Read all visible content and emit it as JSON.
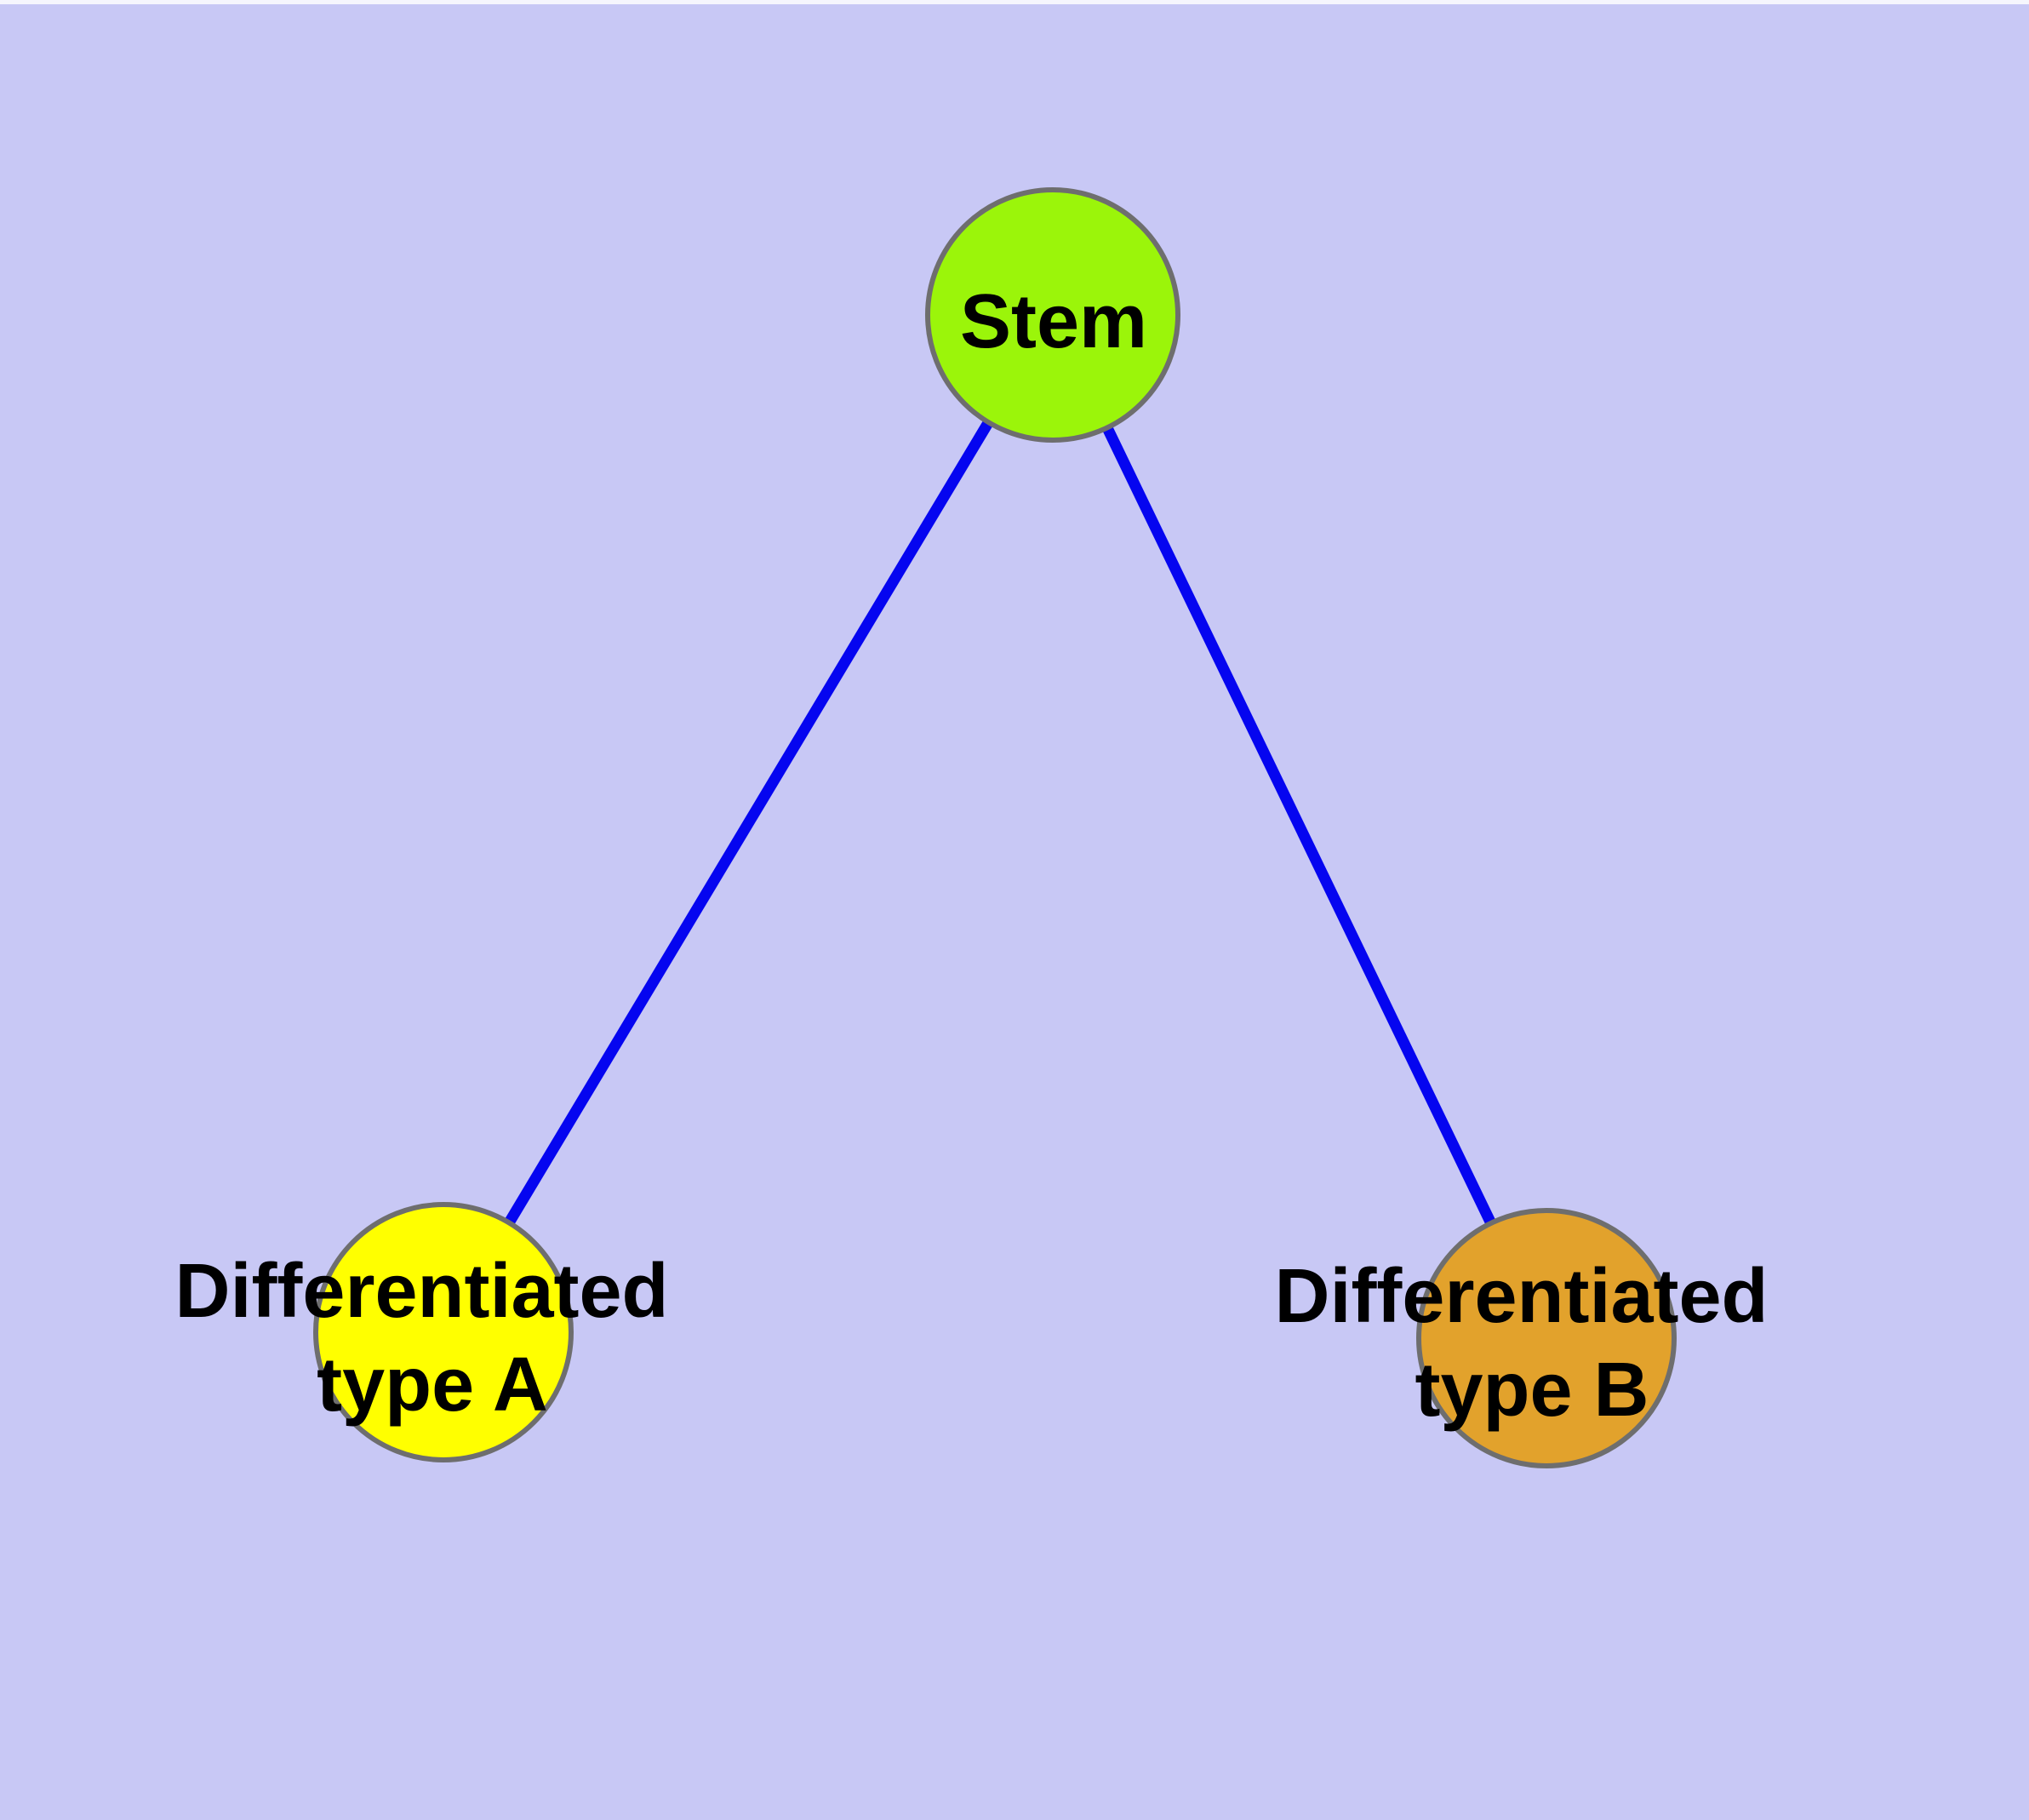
{
  "colors": {
    "background": "#C8C8F5",
    "figure_top_strip": "#F6F6FD",
    "edge": "#0505F0",
    "node_border": "#6E6E6E",
    "stem_fill": "#9BF50A",
    "type_a_fill": "#FFFF00",
    "type_b_fill": "#E2A22C",
    "label_text": "#000000"
  },
  "graph": {
    "nodes": {
      "stem": {
        "label": "Stem"
      },
      "type_a": {
        "label_line1": "Differentiated",
        "label_line2": "type A"
      },
      "type_b": {
        "label_line1": "Differentiated",
        "label_line2": "type B"
      }
    },
    "edges": [
      {
        "from": "Stem",
        "to": "Differentiated type A"
      },
      {
        "from": "Stem",
        "to": "Differentiated type B"
      }
    ]
  }
}
